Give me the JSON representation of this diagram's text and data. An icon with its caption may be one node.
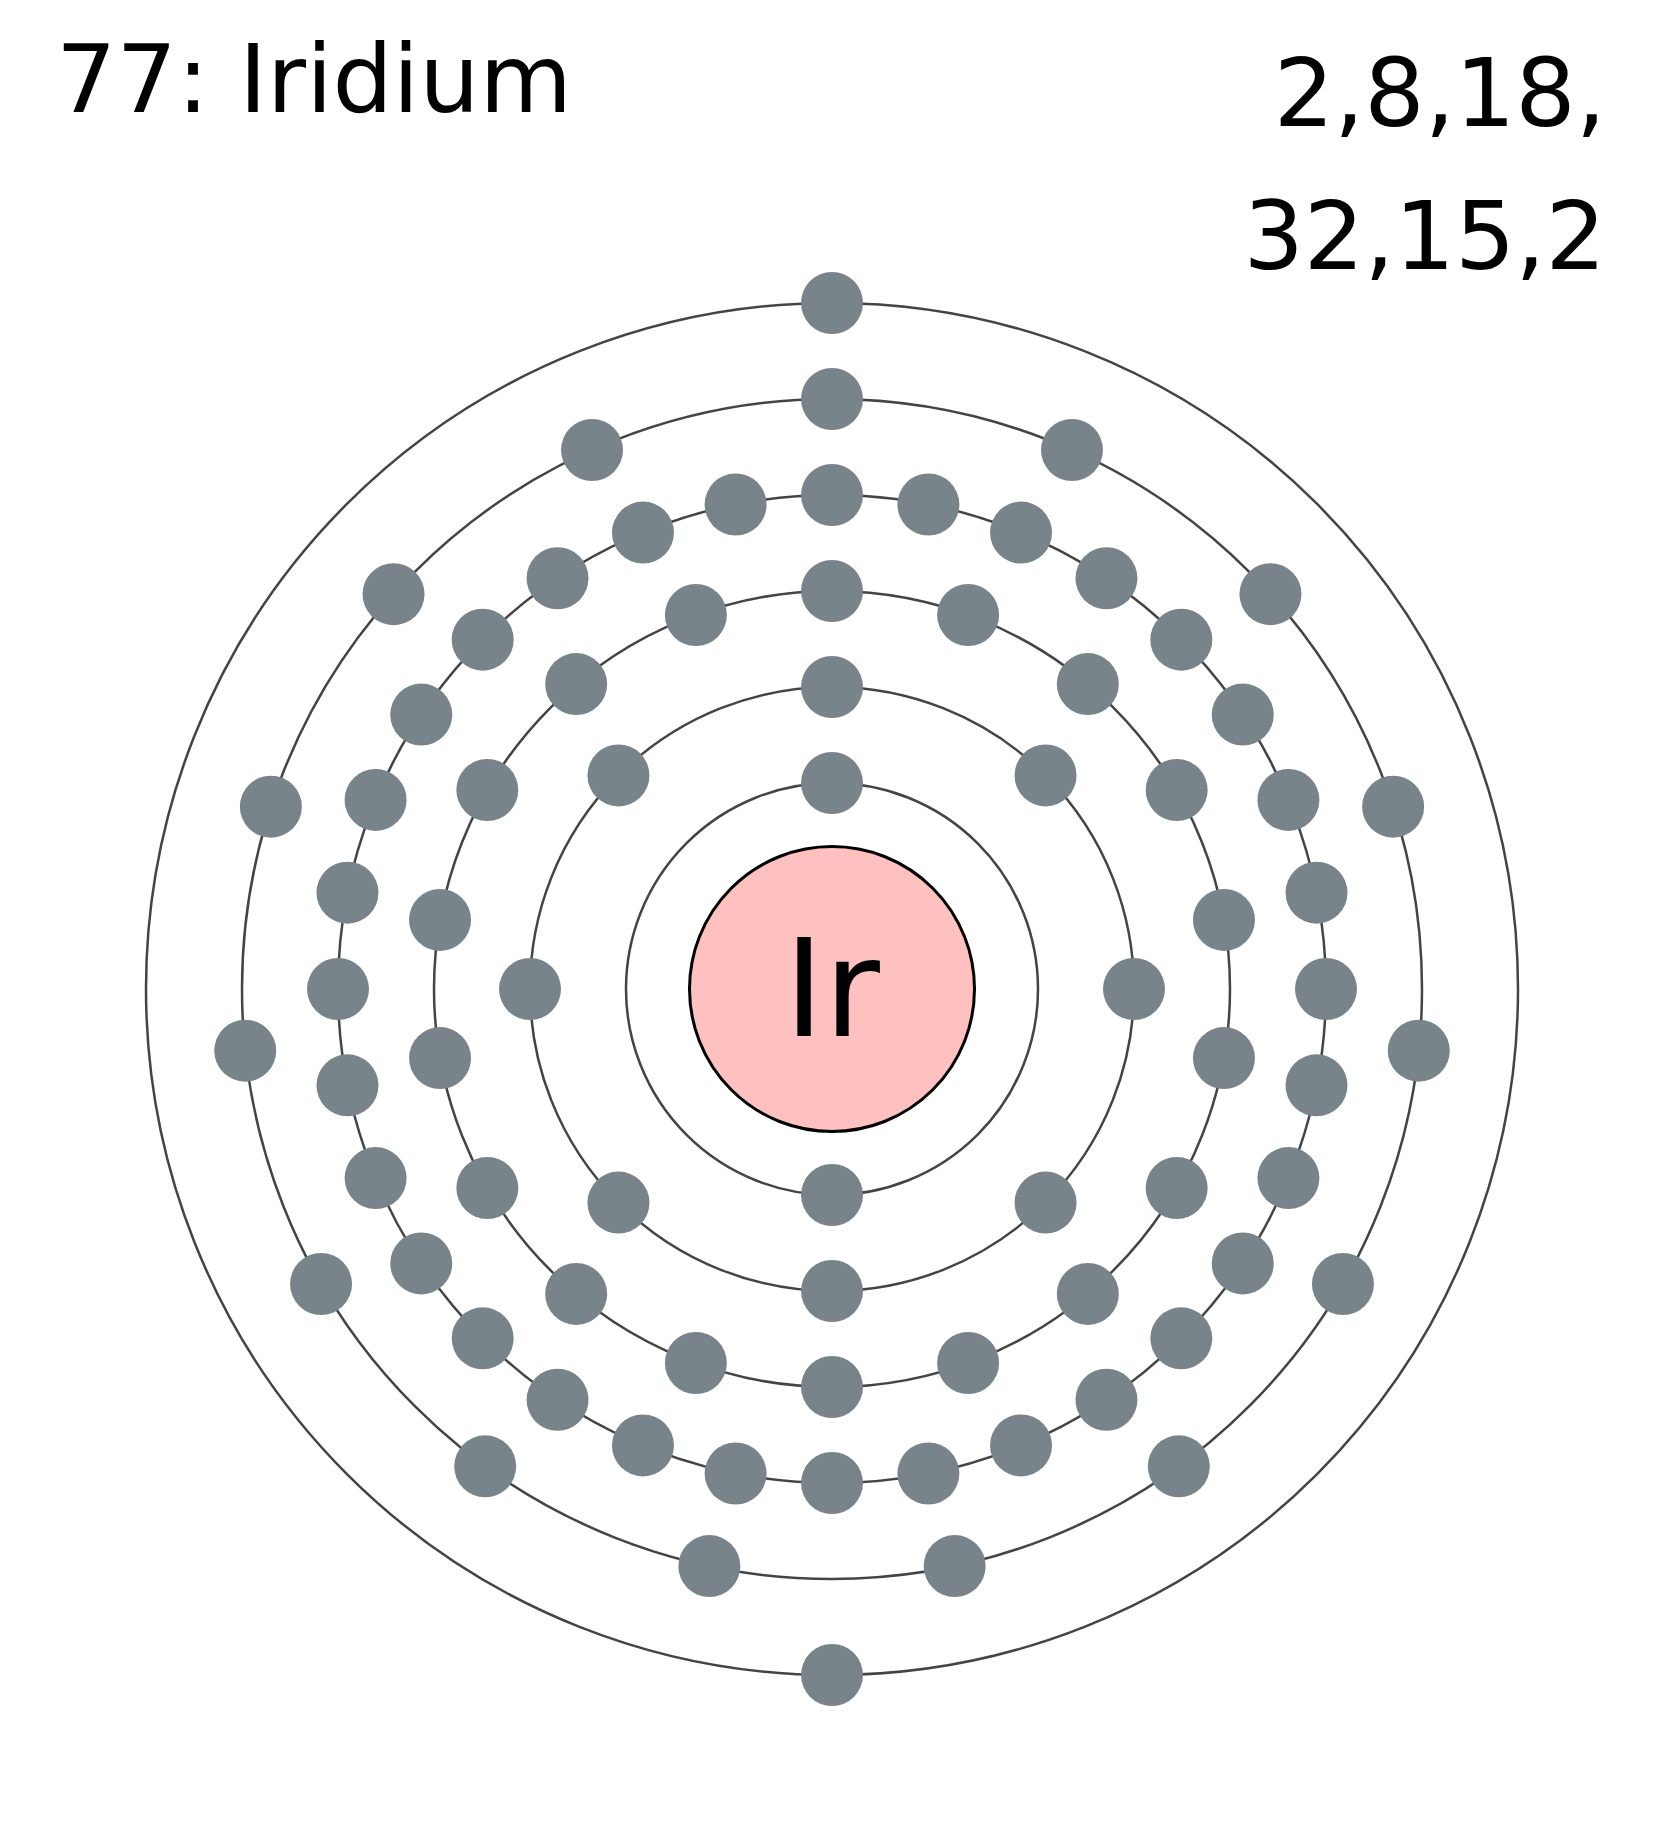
{
  "diagram": {
    "title": "77: Iridium",
    "nodes": [
      {
        "text": [
          "Ir"
        ]
      }
    ],
    "labels": [
      "2,8,18, 32,15,2"
    ]
  }
}
